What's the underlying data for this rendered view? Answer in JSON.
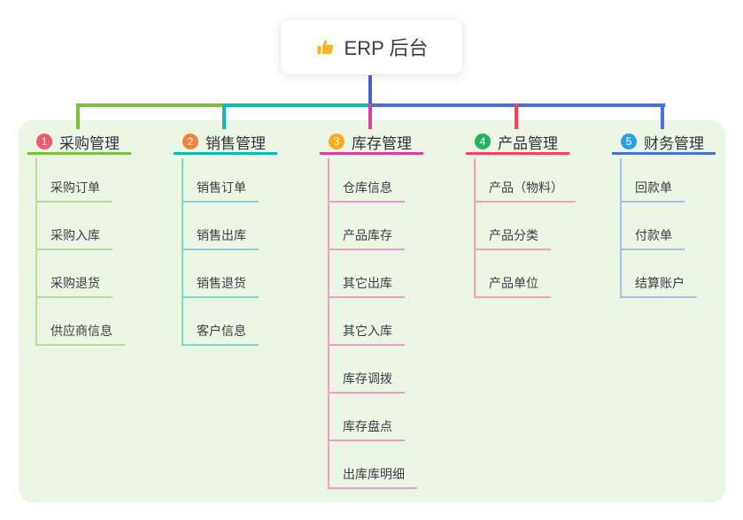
{
  "root": {
    "title": "ERP 后台",
    "icon": "thumbs-up-icon",
    "icon_color": "#f3b62b",
    "connector_color": "#4a5fd0"
  },
  "panel_bg": "#ebf6e4",
  "branches": [
    {
      "badge": "1",
      "label": "采购管理",
      "badge_color": "#f0586c",
      "line_color": "#7bbf3f",
      "sub_line_color": "#b9dc9e",
      "items": [
        "采购订单",
        "采购入库",
        "采购退货",
        "供应商信息"
      ]
    },
    {
      "badge": "2",
      "label": "销售管理",
      "badge_color": "#f5823c",
      "line_color": "#0db9b3",
      "sub_line_color": "#82d7d0",
      "items": [
        "销售订单",
        "销售出库",
        "销售退货",
        "客户信息"
      ]
    },
    {
      "badge": "3",
      "label": "库存管理",
      "badge_color": "#fbab1f",
      "line_color": "#de3d9c",
      "sub_line_color": "#f29aca",
      "items": [
        "仓库信息",
        "产品库存",
        "其它出库",
        "其它入库",
        "库存调拨",
        "库存盘点",
        "出库库明细"
      ]
    },
    {
      "badge": "4",
      "label": "产品管理",
      "badge_color": "#21b45c",
      "line_color": "#f4435a",
      "sub_line_color": "#f9a2aa",
      "items": [
        "产品（物料）",
        "产品分类",
        "产品单位"
      ]
    },
    {
      "badge": "5",
      "label": "财务管理",
      "badge_color": "#2aa2e0",
      "line_color": "#4a6fd6",
      "sub_line_color": "#a9c0ea",
      "items": [
        "回款单",
        "付款单",
        "结算账户"
      ]
    }
  ]
}
